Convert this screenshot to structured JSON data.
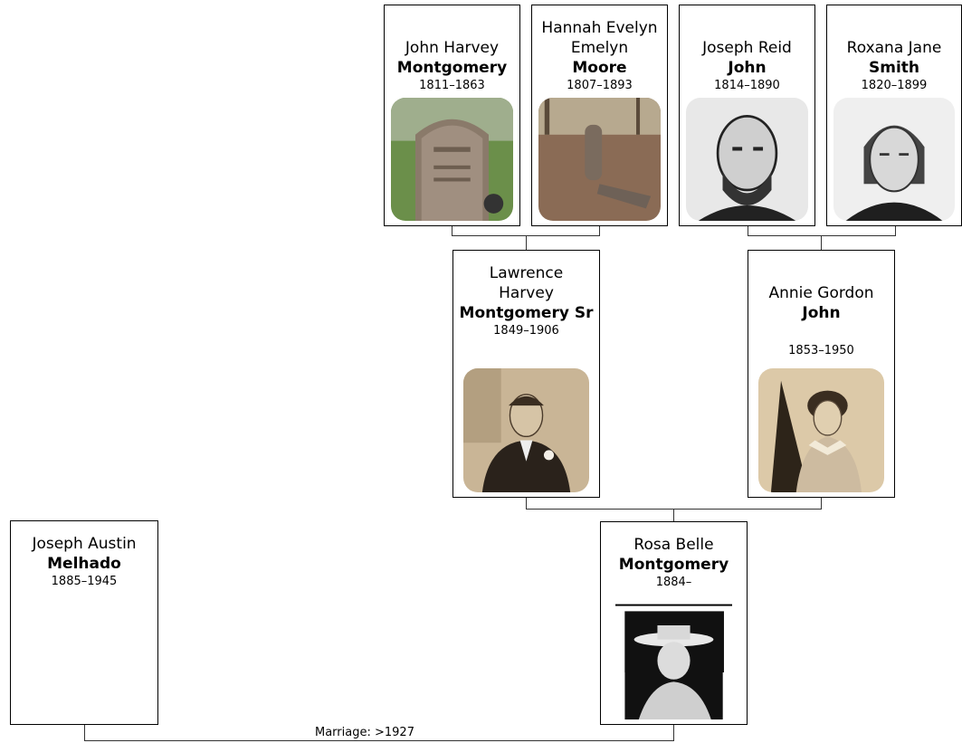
{
  "people": {
    "gf1": {
      "given": "John Harvey",
      "surname": "Montgomery",
      "dates": "1811–1863",
      "photo_icon": "gravestone-photo"
    },
    "gm1": {
      "given": "Hannah Evelyn Emelyn",
      "surname": "Moore",
      "dates": "1807–1893",
      "photo_icon": "grave-site-photo"
    },
    "gf2": {
      "given": "Joseph Reid",
      "surname": "John",
      "dates": "1814–1890",
      "photo_icon": "portrait-photo"
    },
    "gm2": {
      "given": "Roxana Jane",
      "surname": "Smith",
      "dates": "1820–1899",
      "photo_icon": "portrait-photo"
    },
    "father": {
      "given": "Lawrence Harvey",
      "surname": "Montgomery Sr",
      "dates": "1849–1906",
      "photo_icon": "portrait-photo"
    },
    "mother": {
      "given": "Annie Gordon",
      "surname": "John",
      "dates": "1853–1950",
      "photo_icon": "portrait-photo"
    },
    "subject": {
      "given": "Rosa Belle",
      "surname": "Montgomery",
      "dates": "1884–",
      "photo_icon": "newspaper-portrait-photo"
    },
    "spouse": {
      "given": "Joseph Austin",
      "surname": "Melhado",
      "dates": "1885–1945"
    }
  },
  "marriage_label": "Marriage: >1927",
  "colors": {
    "border": "#000000",
    "connector": "#333333",
    "background": "#ffffff"
  }
}
